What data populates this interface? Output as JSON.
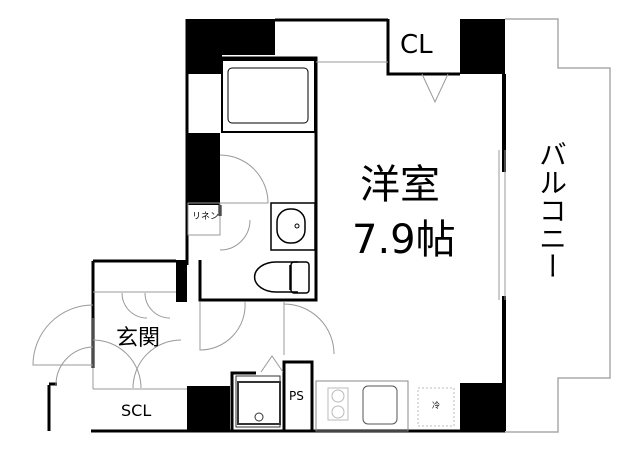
{
  "floorplan": {
    "rooms": {
      "main_room_name": "洋室",
      "main_room_size": "7.9帖",
      "closet": "CL",
      "balcony": "バルコニー",
      "entrance": "玄関",
      "shoe_closet": "SCL",
      "linen": "リネン",
      "pipe_space": "PS",
      "fridge": "冷"
    },
    "colors": {
      "wall": "#000000",
      "line": "#999999",
      "background": "#ffffff"
    }
  }
}
